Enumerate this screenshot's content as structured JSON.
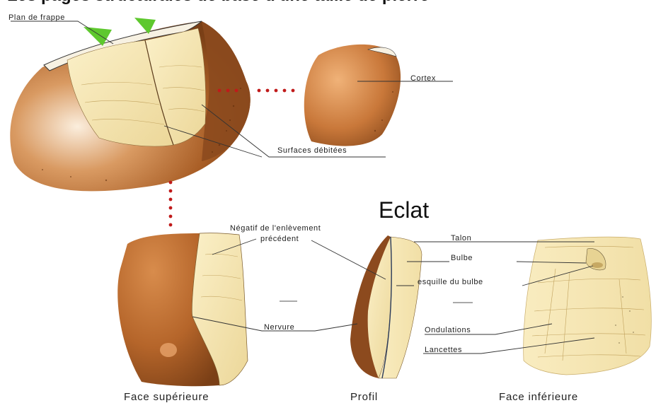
{
  "header": {
    "text": "Les pages structurales de base d'une taille de pierre"
  },
  "labels": {
    "plan_de_frappe": "Plan de frappe",
    "cortex": "Cortex",
    "surfaces_debitees": "Surfaces débitées",
    "eclat": "Eclat",
    "negatif_line1": "Négatif de l'enlèvement",
    "negatif_line2": "précédent",
    "nervure": "Nervure",
    "talon": "Talon",
    "bulbe": "Bulbe",
    "esquille": "esquille du bulbe",
    "ondulations": "Ondulations",
    "lancettes": "Lancettes"
  },
  "captions": {
    "face_superieure": "Face supérieure",
    "profil": "Profil",
    "face_inferieure": "Face inférieure"
  },
  "colors": {
    "cortex_dark": "#8a4a1c",
    "cortex_mid": "#c9783a",
    "cortex_light": "#f3dcc2",
    "flaked_surface": "#f6e7b3",
    "dotted_link": "#c01a1a",
    "impact_marker": "#5ec82e"
  }
}
